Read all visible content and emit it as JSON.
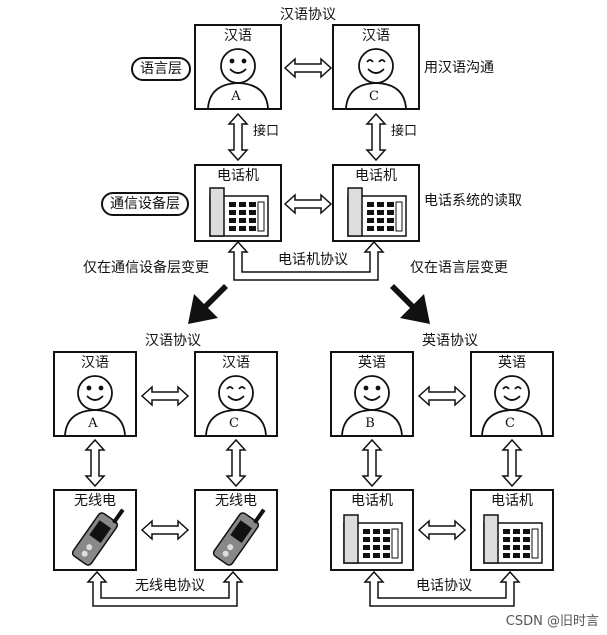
{
  "top": {
    "protocol_label": "汉语协议",
    "person_a": {
      "title": "汉语",
      "letter": "A"
    },
    "person_c": {
      "title": "汉语",
      "letter": "C"
    },
    "language_layer": "语言层",
    "communicate": "用汉语沟通",
    "interface_left": "接口",
    "interface_right": "接口",
    "phone_left_title": "电话机",
    "phone_right_title": "电话机",
    "comm_layer": "通信设备层",
    "phone_system": "电话系统的读取",
    "phone_protocol": "电话机协议",
    "change_comm_only": "仅在通信设备层变更",
    "change_lang_only": "仅在语言层变更"
  },
  "bottom_left": {
    "protocol_label": "汉语协议",
    "person_a": {
      "title": "汉语",
      "letter": "A"
    },
    "person_c": {
      "title": "汉语",
      "letter": "C"
    },
    "device_left_title": "无线电",
    "device_right_title": "无线电",
    "device_protocol": "无线电协议"
  },
  "bottom_right": {
    "protocol_label": "英语协议",
    "person_b": {
      "title": "英语",
      "letter": "B"
    },
    "person_c": {
      "title": "英语",
      "letter": "C"
    },
    "phone_left_title": "电话机",
    "phone_right_title": "电话机",
    "phone_protocol": "电话协议"
  },
  "watermark": "CSDN @旧时言"
}
